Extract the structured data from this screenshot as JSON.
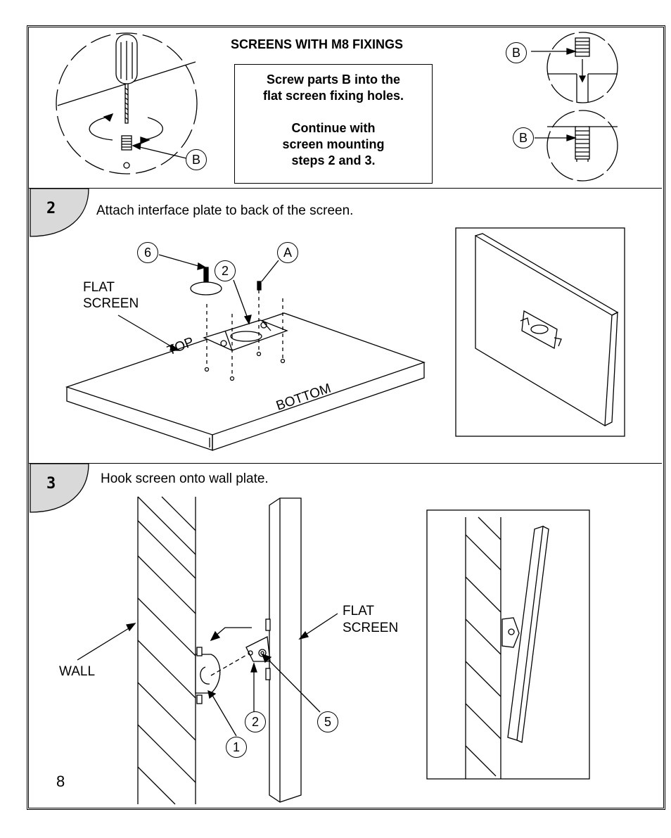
{
  "header": {
    "title": "SCREENS WITH M8 FIXINGS",
    "box_lines": [
      "Screw parts B into the",
      "flat screen fixing holes.",
      "",
      "Continue with",
      "screen mounting",
      "steps 2 and 3."
    ]
  },
  "step2": {
    "number": "2",
    "instruction": "Attach interface plate to back of the screen.",
    "labels": {
      "flat": "FLAT",
      "screen": "SCREEN",
      "top": "TOP",
      "bottom": "BOTTOM"
    },
    "callouts": {
      "six": "6",
      "two": "2",
      "a": "A"
    }
  },
  "step3": {
    "number": "3",
    "instruction": "Hook screen onto wall plate.",
    "labels": {
      "flat": "FLAT",
      "screen": "SCREEN",
      "wall": "WALL"
    },
    "callouts": {
      "two": "2",
      "five": "5",
      "one": "1"
    }
  },
  "callout_b": "B",
  "page_number": "8"
}
